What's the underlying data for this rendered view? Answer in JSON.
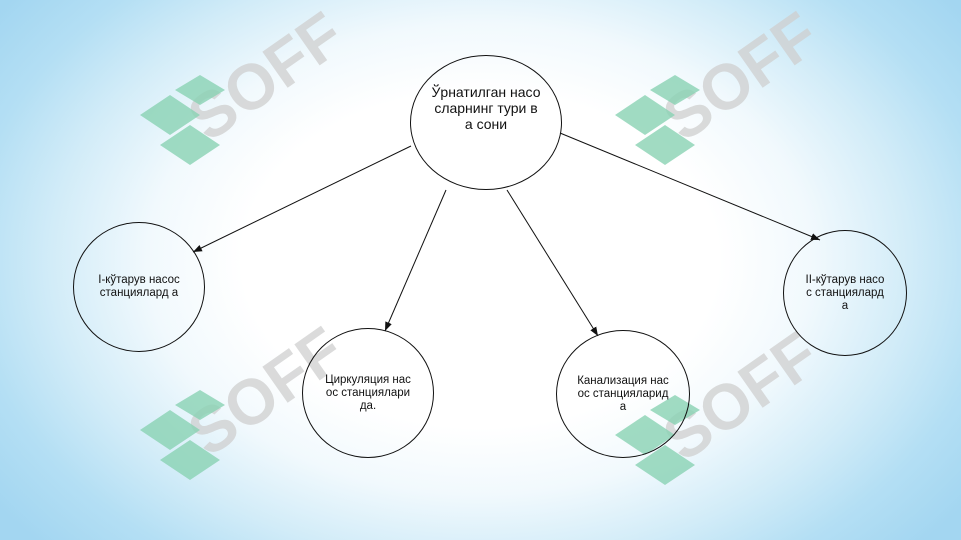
{
  "diagram": {
    "root": "Ўрнатилган насосларнинг тури ва сони",
    "children": [
      {
        "id": "n1",
        "label": "I-кўтарув насос станциялард а"
      },
      {
        "id": "n2",
        "label": "Циркуляция насос станциялари да."
      },
      {
        "id": "n3",
        "label": "Канализация насос станцияларид а"
      },
      {
        "id": "n4",
        "label": "II-кўтарув насос станциялард а"
      }
    ],
    "edges": [
      {
        "from": "root",
        "to": "n1"
      },
      {
        "from": "root",
        "to": "n2"
      },
      {
        "from": "root",
        "to": "n3"
      },
      {
        "from": "root",
        "to": "n4"
      }
    ]
  },
  "watermark": {
    "text": "SOFF",
    "text_color": "#c9c9c9",
    "logo_color": "#8ad3b4"
  }
}
